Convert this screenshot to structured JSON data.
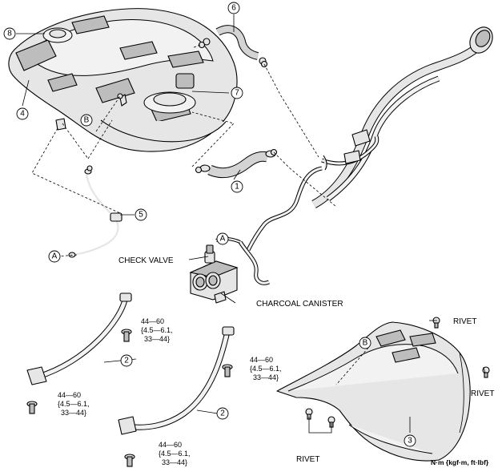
{
  "callouts": {
    "c1": "1",
    "c2a": "2",
    "c2b": "2",
    "c3": "3",
    "c4": "4",
    "c5": "5",
    "c6": "6",
    "c7": "7",
    "c8": "8",
    "ca1": "A",
    "ca2": "A",
    "cb1": "B",
    "cb2": "B"
  },
  "labels": {
    "check_valve": "CHECK VALVE",
    "charcoal_canister": "CHARCOAL CANISTER",
    "rivet_top": "RIVET",
    "rivet_right": "RIVET",
    "rivet_bottom": "RIVET"
  },
  "torques": {
    "t1": {
      "line1": "44—60",
      "line2": "{4.5—6.1,",
      "line3": "33—44}"
    },
    "t2": {
      "line1": "44—60",
      "line2": "{4.5—6.1,",
      "line3": "33—44}"
    },
    "t3": {
      "line1": "44—60",
      "line2": "{4.5—6.1,",
      "line3": "33—44}"
    },
    "t4": {
      "line1": "44—60",
      "line2": "{4.5—6.1,",
      "line3": "33—44}"
    }
  },
  "unit_note": "N·m {kgf·m, ft·lbf}"
}
